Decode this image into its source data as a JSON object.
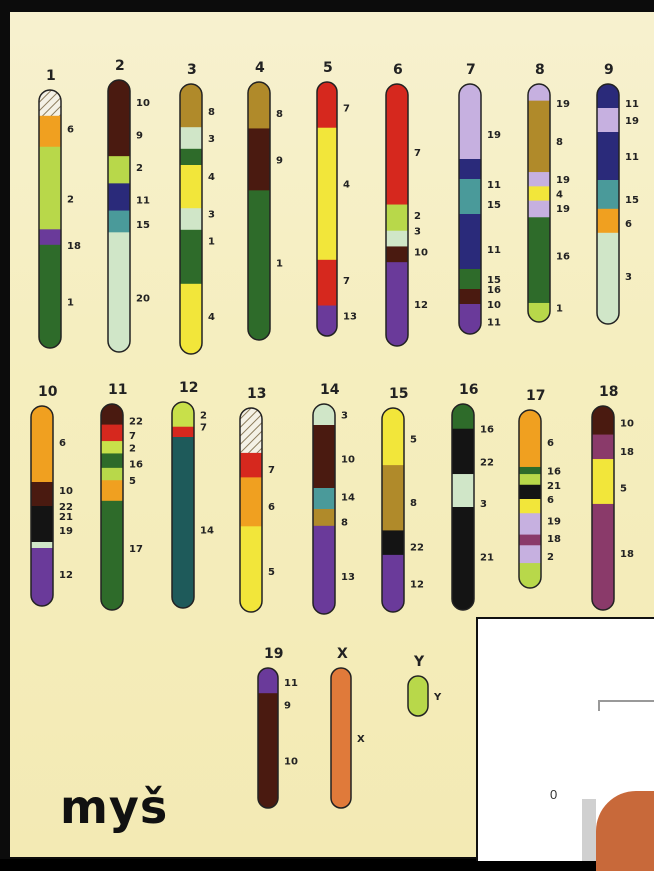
{
  "species_label": "myš",
  "inset": {
    "axis_value": "0"
  },
  "colors": {
    "dg": "#2e6b2a",
    "lg": "#b8d84a",
    "lime": "#c8e04a",
    "yel": "#f2e63a",
    "org": "#f0a020",
    "red": "#d6281e",
    "brn": "#4a1a10",
    "pur": "#6a3a9a",
    "lav": "#c6b0e0",
    "teal": "#4a9a9a",
    "pale": "#d0e6c8",
    "olive": "#b08a2a",
    "navy": "#2a2a7a",
    "tan": "#b88a4a",
    "blk": "#141414",
    "petrol": "#1e5a5a",
    "mauve": "#8a3a6a",
    "orng2": "#e07a3a"
  },
  "chromosomes": [
    {
      "id": "1",
      "bands": [
        [
          "pale",
          0.1,
          true
        ],
        [
          "org",
          0.12
        ],
        [
          "lg",
          0.32
        ],
        [
          "pur",
          0.06
        ],
        [
          "dg",
          0.4
        ]
      ],
      "labels": [
        [
          "6",
          0.15
        ],
        [
          "2",
          0.42
        ],
        [
          "18",
          0.6
        ],
        [
          "1",
          0.82
        ]
      ]
    },
    {
      "id": "2",
      "bands": [
        [
          "brn",
          0.28
        ],
        [
          "lg",
          0.1
        ],
        [
          "navy",
          0.1
        ],
        [
          "teal",
          0.08
        ],
        [
          "pale",
          0.44
        ]
      ],
      "labels": [
        [
          "10",
          0.08
        ],
        [
          "9",
          0.2
        ],
        [
          "2",
          0.32
        ],
        [
          "11",
          0.44
        ],
        [
          "15",
          0.53
        ],
        [
          "20",
          0.8
        ]
      ]
    },
    {
      "id": "3",
      "bands": [
        [
          "olive",
          0.16
        ],
        [
          "pale",
          0.08
        ],
        [
          "dg",
          0.06
        ],
        [
          "yel",
          0.16
        ],
        [
          "pale",
          0.08
        ],
        [
          "dg",
          0.2
        ],
        [
          "yel",
          0.26
        ]
      ],
      "labels": [
        [
          "8",
          0.1
        ],
        [
          "3",
          0.2
        ],
        [
          "4",
          0.34
        ],
        [
          "3",
          0.48
        ],
        [
          "1",
          0.58
        ],
        [
          "4",
          0.86
        ]
      ]
    },
    {
      "id": "4",
      "bands": [
        [
          "olive",
          0.18
        ],
        [
          "brn",
          0.24
        ],
        [
          "dg",
          0.58
        ]
      ],
      "labels": [
        [
          "8",
          0.12
        ],
        [
          "9",
          0.3
        ],
        [
          "1",
          0.7
        ]
      ]
    },
    {
      "id": "5",
      "bands": [
        [
          "red",
          0.18
        ],
        [
          "yel",
          0.52
        ],
        [
          "red",
          0.18
        ],
        [
          "pur",
          0.12
        ]
      ],
      "labels": [
        [
          "7",
          0.1
        ],
        [
          "4",
          0.4
        ],
        [
          "7",
          0.78
        ],
        [
          "13",
          0.92
        ]
      ]
    },
    {
      "id": "6",
      "bands": [
        [
          "red",
          0.46
        ],
        [
          "lg",
          0.1
        ],
        [
          "pale",
          0.06
        ],
        [
          "brn",
          0.06
        ],
        [
          "pur",
          0.32
        ]
      ],
      "labels": [
        [
          "7",
          0.26
        ],
        [
          "2",
          0.5
        ],
        [
          "3",
          0.56
        ],
        [
          "10",
          0.64
        ],
        [
          "12",
          0.84
        ]
      ]
    },
    {
      "id": "7",
      "bands": [
        [
          "lav",
          0.3
        ],
        [
          "navy",
          0.08
        ],
        [
          "teal",
          0.14
        ],
        [
          "navy",
          0.22
        ],
        [
          "dg",
          0.08
        ],
        [
          "brn",
          0.06
        ],
        [
          "pur",
          0.12
        ]
      ],
      "labels": [
        [
          "19",
          0.2
        ],
        [
          "11",
          0.4
        ],
        [
          "15",
          0.48
        ],
        [
          "11",
          0.66
        ],
        [
          "15",
          0.78
        ],
        [
          "16",
          0.82
        ],
        [
          "10",
          0.88
        ],
        [
          "11",
          0.95
        ]
      ]
    },
    {
      "id": "8",
      "bands": [
        [
          "lav",
          0.07
        ],
        [
          "olive",
          0.3
        ],
        [
          "lav",
          0.06
        ],
        [
          "yel",
          0.06
        ],
        [
          "lav",
          0.07
        ],
        [
          "dg",
          0.36
        ],
        [
          "lg",
          0.08
        ]
      ],
      "labels": [
        [
          "19",
          0.08
        ],
        [
          "8",
          0.24
        ],
        [
          "19",
          0.4
        ],
        [
          "4",
          0.46
        ],
        [
          "19",
          0.52
        ],
        [
          "16",
          0.72
        ],
        [
          "1",
          0.94
        ]
      ]
    },
    {
      "id": "9",
      "bands": [
        [
          "navy",
          0.1
        ],
        [
          "lav",
          0.1
        ],
        [
          "navy",
          0.2
        ],
        [
          "teal",
          0.12
        ],
        [
          "org",
          0.1
        ],
        [
          "pale",
          0.38
        ]
      ],
      "labels": [
        [
          "11",
          0.08
        ],
        [
          "19",
          0.15
        ],
        [
          "11",
          0.3
        ],
        [
          "15",
          0.48
        ],
        [
          "6",
          0.58
        ],
        [
          "3",
          0.8
        ]
      ]
    },
    {
      "id": "10",
      "bands": [
        [
          "org",
          0.38
        ],
        [
          "brn",
          0.12
        ],
        [
          "blk",
          0.18
        ],
        [
          "pale",
          0.03
        ],
        [
          "pur",
          0.29
        ]
      ],
      "labels": [
        [
          "6",
          0.18
        ],
        [
          "10",
          0.42
        ],
        [
          "22",
          0.5
        ],
        [
          "21",
          0.55
        ],
        [
          "19",
          0.62
        ],
        [
          "12",
          0.84
        ]
      ]
    },
    {
      "id": "11",
      "bands": [
        [
          "brn",
          0.1
        ],
        [
          "red",
          0.08
        ],
        [
          "lime",
          0.06
        ],
        [
          "dg",
          0.07
        ],
        [
          "lg",
          0.06
        ],
        [
          "org",
          0.1
        ],
        [
          "dg",
          0.53
        ]
      ],
      "labels": [
        [
          "22",
          0.08
        ],
        [
          "7",
          0.15
        ],
        [
          "2",
          0.21
        ],
        [
          "16",
          0.29
        ],
        [
          "5",
          0.37
        ],
        [
          "17",
          0.7
        ]
      ]
    },
    {
      "id": "12",
      "bands": [
        [
          "lime",
          0.12
        ],
        [
          "red",
          0.05
        ],
        [
          "petrol",
          0.83
        ]
      ],
      "labels": [
        [
          "2",
          0.06
        ],
        [
          "7",
          0.12
        ],
        [
          "14",
          0.62
        ]
      ]
    },
    {
      "id": "13",
      "bands": [
        [
          "pale",
          0.22,
          true
        ],
        [
          "red",
          0.12
        ],
        [
          "org",
          0.24
        ],
        [
          "yel",
          0.42
        ]
      ],
      "labels": [
        [
          "7",
          0.3
        ],
        [
          "6",
          0.48
        ],
        [
          "5",
          0.8
        ]
      ]
    },
    {
      "id": "14",
      "bands": [
        [
          "pale",
          0.1
        ],
        [
          "brn",
          0.3
        ],
        [
          "teal",
          0.1
        ],
        [
          "olive",
          0.08
        ],
        [
          "pur",
          0.42
        ]
      ],
      "labels": [
        [
          "3",
          0.05
        ],
        [
          "10",
          0.26
        ],
        [
          "14",
          0.44
        ],
        [
          "8",
          0.56
        ],
        [
          "13",
          0.82
        ]
      ]
    },
    {
      "id": "15",
      "bands": [
        [
          "yel",
          0.28
        ],
        [
          "olive",
          0.32
        ],
        [
          "blk",
          0.12
        ],
        [
          "pur",
          0.28
        ]
      ],
      "labels": [
        [
          "5",
          0.15
        ],
        [
          "8",
          0.46
        ],
        [
          "22",
          0.68
        ],
        [
          "12",
          0.86
        ]
      ]
    },
    {
      "id": "16",
      "bands": [
        [
          "dg",
          0.12
        ],
        [
          "blk",
          0.22
        ],
        [
          "pale",
          0.16
        ],
        [
          "blk",
          0.5
        ]
      ],
      "labels": [
        [
          "16",
          0.12
        ],
        [
          "22",
          0.28
        ],
        [
          "3",
          0.48
        ],
        [
          "21",
          0.74
        ]
      ]
    },
    {
      "id": "17",
      "bands": [
        [
          "org",
          0.32
        ],
        [
          "dg",
          0.04
        ],
        [
          "lg",
          0.06
        ],
        [
          "blk",
          0.08
        ],
        [
          "yel",
          0.08
        ],
        [
          "lav",
          0.12
        ],
        [
          "mauve",
          0.06
        ],
        [
          "lav",
          0.1
        ],
        [
          "lg",
          0.14
        ]
      ],
      "labels": [
        [
          "6",
          0.18
        ],
        [
          "16",
          0.34
        ],
        [
          "21",
          0.42
        ],
        [
          "6",
          0.5
        ],
        [
          "19",
          0.62
        ],
        [
          "18",
          0.72
        ],
        [
          "2",
          0.82
        ]
      ]
    },
    {
      "id": "18",
      "bands": [
        [
          "brn",
          0.14
        ],
        [
          "mauve",
          0.12
        ],
        [
          "yel",
          0.22
        ],
        [
          "mauve",
          0.52
        ]
      ],
      "labels": [
        [
          "10",
          0.08
        ],
        [
          "18",
          0.22
        ],
        [
          "5",
          0.4
        ],
        [
          "18",
          0.72
        ]
      ]
    },
    {
      "id": "19",
      "bands": [
        [
          "pur",
          0.18
        ],
        [
          "brn",
          0.82
        ]
      ],
      "labels": [
        [
          "11",
          0.1
        ],
        [
          "9",
          0.26
        ],
        [
          "10",
          0.66
        ]
      ]
    },
    {
      "id": "X",
      "bands": [
        [
          "orng2",
          1.0
        ]
      ],
      "labels": [
        [
          "X",
          0.5
        ]
      ]
    },
    {
      "id": "Y",
      "bands": [
        [
          "lg",
          1.0
        ]
      ],
      "labels": [
        [
          "Y",
          0.5
        ]
      ]
    }
  ]
}
